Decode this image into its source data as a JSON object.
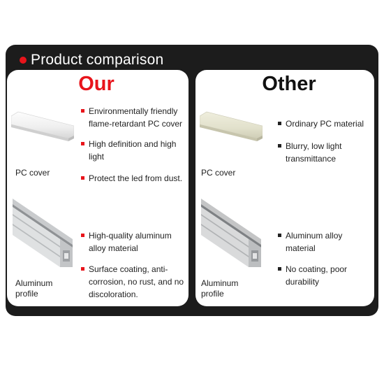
{
  "header": {
    "title": "Product comparison"
  },
  "colors": {
    "accent": "#e8141b",
    "frame": "#1c1c1c",
    "panel": "#ffffff"
  },
  "left": {
    "title": "Our",
    "cover_caption": "PC cover",
    "profile_caption": "Aluminum profile",
    "bullets": [
      "Environmentally friendly flame-retardant PC cover",
      "High definition and high light",
      "Protect the led from dust.",
      "High-quality aluminum alloy material",
      "Surface coating, anti-corrosion, no rust, and no discoloration."
    ]
  },
  "right": {
    "title": "Other",
    "cover_caption": "PC cover",
    "profile_caption": "Aluminum profile",
    "bullets": [
      "Ordinary PC material",
      "Blurry, low light transmittance",
      "Aluminum alloy material",
      "No coating, poor durability"
    ]
  }
}
